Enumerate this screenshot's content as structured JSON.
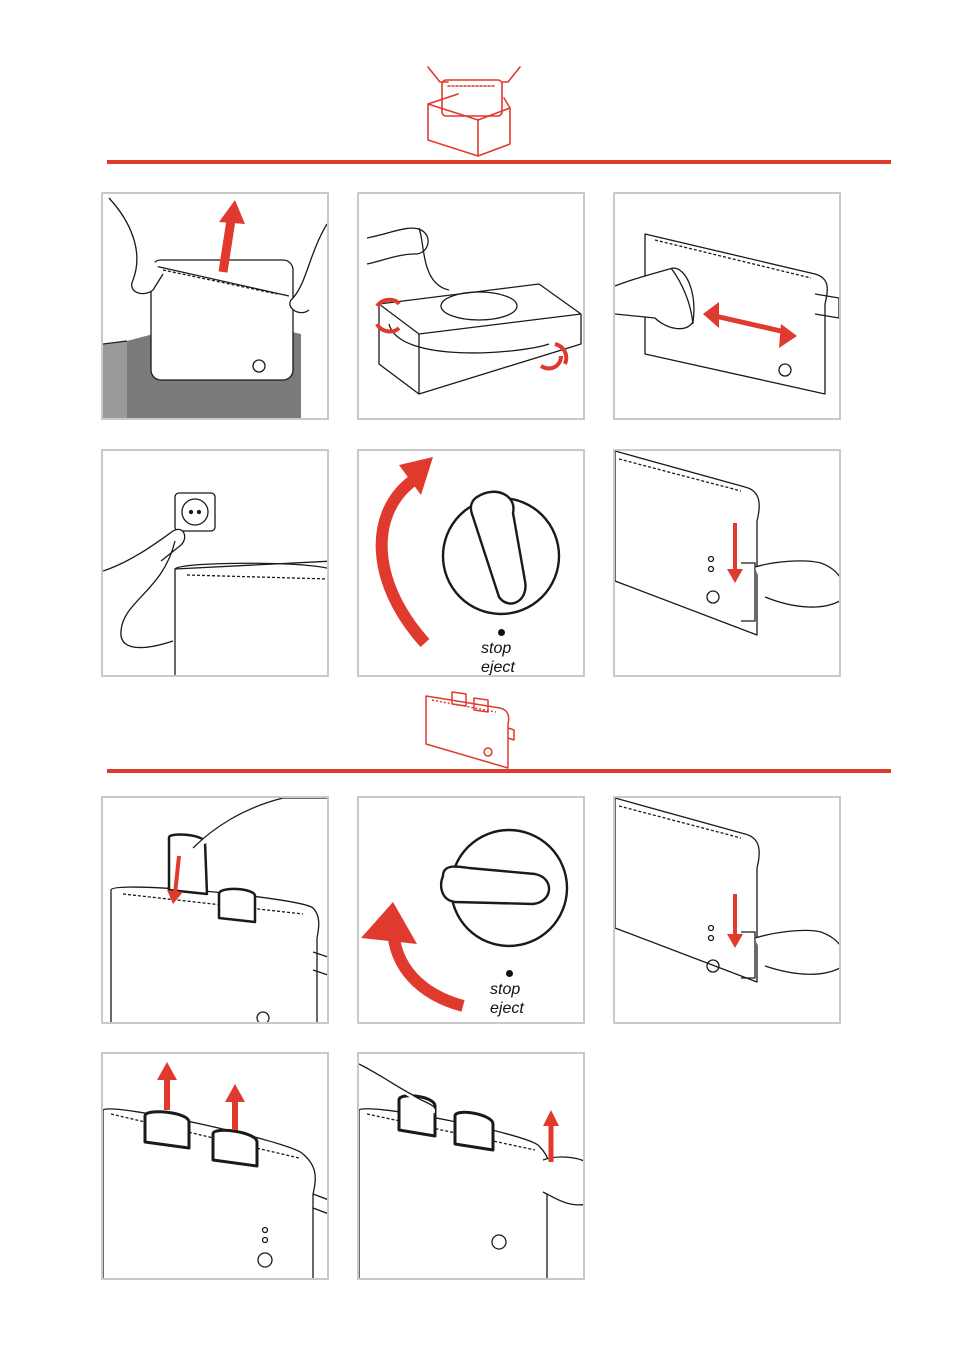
{
  "colors": {
    "accent": "#e03a2f",
    "frame": "#c9c9c9",
    "line": "#1a1a1a",
    "box": "#7a7a7a"
  },
  "sections": [
    {
      "icon": "unboxing-icon"
    },
    {
      "icon": "toaster-icon"
    }
  ],
  "dial_labels": {
    "step5": {
      "stop": "stop",
      "eject": "eject"
    },
    "step8": {
      "stop": "stop",
      "eject": "eject"
    }
  }
}
